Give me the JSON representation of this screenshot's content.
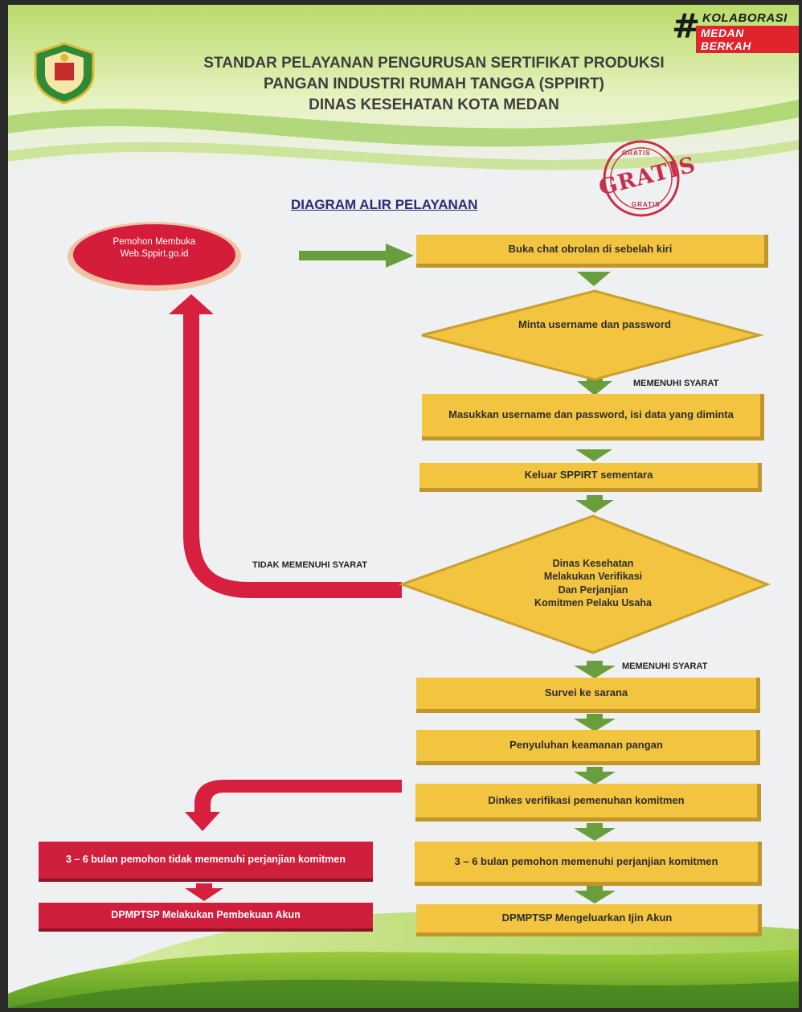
{
  "header": {
    "hashtag": "#",
    "kolaborasi": "KOLABORASI",
    "medan_berkah": "MEDAN BERKAH",
    "title_line1": "STANDAR PELAYANAN PENGURUSAN SERTIFIKAT PRODUKSI",
    "title_line2": "PANGAN INDUSTRI RUMAH TANGGA (SPPIRT)",
    "title_line3": "DINAS KESEHATAN KOTA MEDAN"
  },
  "stamp": {
    "top": "GRATIS",
    "main": "GRATIS",
    "bottom": "GRATIS"
  },
  "diagram": {
    "heading": "DIAGRAM ALIR PELAYANAN",
    "start": "Pemohon Membuka Web.Sppirt.go.id",
    "step_chat": "Buka chat obrolan di sebelah kiri",
    "decision_username": "Minta username dan password",
    "label_memenuhi_1": "MEMENUHI SYARAT",
    "step_masukkan": "Masukkan username dan password, isi data yang diminta",
    "step_keluar": "Keluar SPPIRT sementara",
    "label_tidak_memenuhi": "TIDAK MEMENUHI SYARAT",
    "decision_verifikasi_lines": [
      "Dinas Kesehatan",
      "Melakukan Verifikasi",
      "Dan Perjanjian",
      "Komitmen Pelaku Usaha"
    ],
    "label_memenuhi_2": "MEMENUHI SYARAT",
    "step_survei": "Survei ke sarana",
    "step_penyuluhan": "Penyuluhan keamanan pangan",
    "step_dinkes": "Dinkes verifikasi pemenuhan komitmen",
    "step_memenuhi": "3 – 6 bulan pemohon memenuhi perjanjian komitmen",
    "step_ijin": "DPMPTSP Mengeluarkan Ijin Akun",
    "fail_tidak_memenuhi": "3 – 6 bulan pemohon tidak memenuhi perjanjian komitmen",
    "fail_pembekuan": "DPMPTSP Melakukan Pembekuan Akun"
  },
  "colors": {
    "box_yellow": "#f3c440",
    "arrow_green": "#6a9e3c",
    "arrow_red": "#d7203e",
    "heading_blue": "#2a2b7a",
    "brand_red": "#e0232c"
  }
}
